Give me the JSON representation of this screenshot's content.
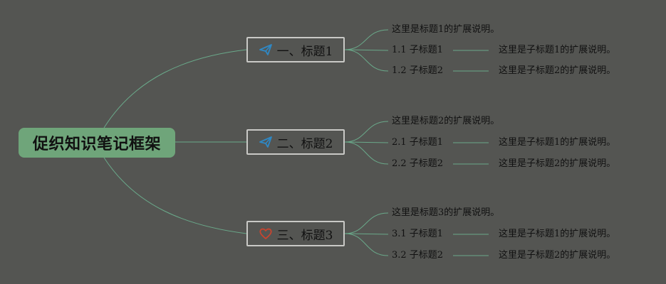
{
  "root": {
    "label": "促织知识笔记框架"
  },
  "colors": {
    "background": "#545552",
    "root_fill": "#6fa57a",
    "line": "#6aa98a",
    "icon_blue": "#2f88c4",
    "icon_red": "#c8442f"
  },
  "topics": [
    {
      "label": "一、标题1",
      "icon": "paper-plane-icon",
      "note": "这里是标题1的扩展说明。",
      "subtopics": [
        {
          "label": "1.1 子标题1",
          "note": "这里是子标题1的扩展说明。"
        },
        {
          "label": "1.2 子标题2",
          "note": "这里是子标题2的扩展说明。"
        }
      ]
    },
    {
      "label": "二、标题2",
      "icon": "paper-plane-icon",
      "note": "这里是标题2的扩展说明。",
      "subtopics": [
        {
          "label": "2.1 子标题1",
          "note": "这里是子标题1的扩展说明。"
        },
        {
          "label": "2.2 子标题2",
          "note": "这里是子标题2的扩展说明。"
        }
      ]
    },
    {
      "label": "三、标题3",
      "icon": "heart-icon",
      "note": "这里是标题3的扩展说明。",
      "subtopics": [
        {
          "label": "3.1 子标题1",
          "note": "这里是子标题1的扩展说明。"
        },
        {
          "label": "3.2 子标题2",
          "note": "这里是子标题2的扩展说明。"
        }
      ]
    }
  ]
}
